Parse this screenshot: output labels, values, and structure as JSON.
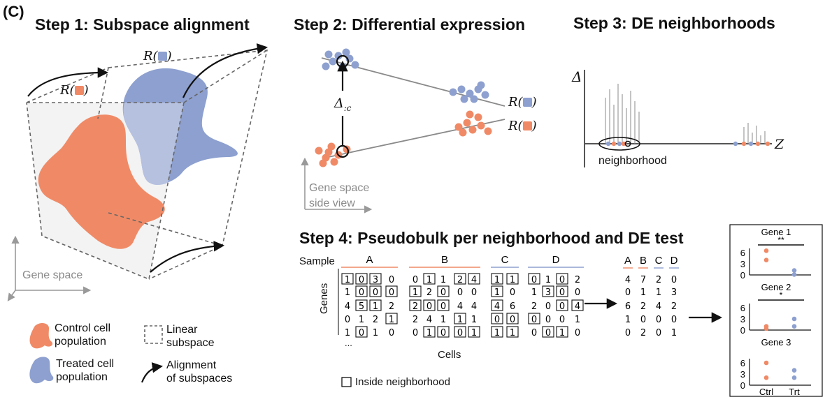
{
  "panel_label": "(C)",
  "step1": {
    "title": "Step 1: Subspace alignment",
    "r_label": "R(",
    "r_close": ")",
    "axis_label": "Gene space"
  },
  "step2": {
    "title": "Step 2: Differential expression",
    "delta_label": "Δ",
    "delta_sub": ":c",
    "r_label": "R(",
    "r_close": ")",
    "axis_label_1": "Gene space",
    "axis_label_2": "side view"
  },
  "step3": {
    "title": "Step 3: DE neighborhoods",
    "delta_axis": "Δ",
    "z_axis": "Z",
    "neighborhood_label": "neighborhood"
  },
  "legend": {
    "control": [
      "Control cell",
      "population"
    ],
    "treated": [
      "Treated cell",
      "population"
    ],
    "linear": [
      "Linear",
      "subspace"
    ],
    "alignment": [
      "Alignment",
      "of subspaces"
    ]
  },
  "step4": {
    "title": "Step 4: Pseudobulk per neighborhood and DE test",
    "sample_label": "Sample",
    "genes_label": "Genes",
    "cells_label": "Cells",
    "ellipsis": "...",
    "inside_label": "Inside neighborhood",
    "samples": [
      "A",
      "B",
      "C",
      "D"
    ],
    "matrix": [
      [
        "1",
        "0",
        "3",
        "0",
        "0",
        "1",
        "1",
        "2",
        "4",
        "1",
        "1",
        "0",
        "1",
        "0",
        "2"
      ],
      [
        "1",
        "0",
        "0",
        "0",
        "1",
        "2",
        "0",
        "0",
        "0",
        "1",
        "0",
        "1",
        "3",
        "0",
        "0"
      ],
      [
        "4",
        "5",
        "1",
        "2",
        "2",
        "0",
        "0",
        "4",
        "4",
        "4",
        "6",
        "2",
        "0",
        "0",
        "4"
      ],
      [
        "0",
        "1",
        "2",
        "1",
        "2",
        "4",
        "1",
        "1",
        "1",
        "0",
        "0",
        "0",
        "0",
        "0",
        "1"
      ],
      [
        "1",
        "0",
        "1",
        "0",
        "0",
        "1",
        "0",
        "0",
        "1",
        "1",
        "1",
        "0",
        "0",
        "1",
        "0"
      ]
    ],
    "pseudobulk_headers": [
      "A",
      "B",
      "C",
      "D"
    ],
    "pseudobulk": [
      [
        "4",
        "7",
        "2",
        "0"
      ],
      [
        "0",
        "1",
        "1",
        "3"
      ],
      [
        "6",
        "2",
        "4",
        "2"
      ],
      [
        "1",
        "0",
        "0",
        "0"
      ],
      [
        "0",
        "2",
        "0",
        "1"
      ]
    ]
  },
  "de_tests": {
    "genes": [
      {
        "name": "Gene 1",
        "sig": "**",
        "ticks": [
          "6",
          "3",
          "0"
        ],
        "ctrl": [
          6.5,
          4.0
        ],
        "trt": [
          1.2,
          0.1
        ]
      },
      {
        "name": "Gene 2",
        "sig": "*",
        "ticks": [
          "6",
          "3",
          "0"
        ],
        "ctrl": [
          1.0,
          0.4
        ],
        "trt": [
          3.0,
          1.0
        ]
      },
      {
        "name": "Gene 3",
        "sig": "",
        "ticks": [
          "6",
          "3",
          "0"
        ],
        "ctrl": [
          6.0,
          2.0
        ],
        "trt": [
          4.0,
          2.0
        ]
      }
    ],
    "x_labels": [
      "Ctrl",
      "Trt"
    ]
  },
  "colors": {
    "control": "#F08A66",
    "treated": "#8DA0CF",
    "treated_light": "#B6C1E0",
    "gray_line": "#8a8a8a",
    "dashed": "#666666"
  }
}
